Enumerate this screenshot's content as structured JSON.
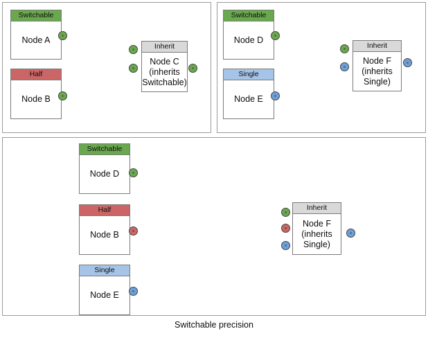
{
  "diagram": {
    "caption": "Switchable precision",
    "colors": {
      "switchable": "#6aa84f",
      "half": "#cc6666",
      "single": "#a6c3e8",
      "inherit": "#d9d9d9",
      "port_green": "#6aa84f",
      "port_red": "#cc6666",
      "port_blue": "#6f9fd8",
      "panel_border": "#9a9a9a",
      "node_border": "#7a7a7a",
      "edge": "#555555",
      "background": "#ffffff"
    },
    "panels": [
      {
        "id": "panel-top-left",
        "nodes": [
          {
            "id": "node-a",
            "header": "Switchable",
            "label": "Node A",
            "header_style": "switchable"
          },
          {
            "id": "node-b",
            "header": "Half",
            "label": "Node B",
            "header_style": "half"
          },
          {
            "id": "node-c",
            "header": "Inherit",
            "label": "Node C\n(inherits\nSwitchable)",
            "header_style": "inherit"
          }
        ],
        "ports": [
          {
            "id": "port-node-a-out",
            "color": "green"
          },
          {
            "id": "port-node-b-out",
            "color": "green"
          },
          {
            "id": "port-node-c-in-1",
            "color": "green"
          },
          {
            "id": "port-node-c-in-2",
            "color": "green"
          },
          {
            "id": "port-node-c-out",
            "color": "green"
          }
        ],
        "edges": [
          {
            "id": "edge-a-to-c",
            "from": "node-a",
            "to": "node-c"
          },
          {
            "id": "edge-b-to-c",
            "from": "node-b",
            "to": "node-c"
          },
          {
            "id": "edge-c-out",
            "from": "node-c",
            "to": "external"
          }
        ]
      },
      {
        "id": "panel-top-right",
        "nodes": [
          {
            "id": "node-d",
            "header": "Switchable",
            "label": "Node D",
            "header_style": "switchable"
          },
          {
            "id": "node-e",
            "header": "Single",
            "label": "Node E",
            "header_style": "single"
          },
          {
            "id": "node-f",
            "header": "Inherit",
            "label": "Node F\n(inherits\nSingle)",
            "header_style": "inherit"
          }
        ],
        "ports": [
          {
            "id": "port-node-d-out",
            "color": "green"
          },
          {
            "id": "port-node-e-out",
            "color": "blue"
          },
          {
            "id": "port-node-f-in-1",
            "color": "green"
          },
          {
            "id": "port-node-f-in-2",
            "color": "blue"
          },
          {
            "id": "port-node-f-out",
            "color": "blue"
          }
        ],
        "edges": [
          {
            "id": "edge-d-to-f",
            "from": "node-d",
            "to": "node-f"
          },
          {
            "id": "edge-e-to-f",
            "from": "node-e",
            "to": "node-f"
          },
          {
            "id": "edge-f-out",
            "from": "node-f",
            "to": "external"
          }
        ]
      },
      {
        "id": "panel-bottom",
        "nodes": [
          {
            "id": "node-d2",
            "header": "Switchable",
            "label": "Node D",
            "header_style": "switchable"
          },
          {
            "id": "node-b2",
            "header": "Half",
            "label": "Node B",
            "header_style": "half"
          },
          {
            "id": "node-e2",
            "header": "Single",
            "label": "Node E",
            "header_style": "single"
          },
          {
            "id": "node-f2",
            "header": "Inherit",
            "label": "Node F\n(inherits\nSingle)",
            "header_style": "inherit"
          }
        ],
        "ports": [
          {
            "id": "port-node-d2-out",
            "color": "green"
          },
          {
            "id": "port-node-b2-out",
            "color": "red"
          },
          {
            "id": "port-node-e2-out",
            "color": "blue"
          },
          {
            "id": "port-node-f2-in-1",
            "color": "green"
          },
          {
            "id": "port-node-f2-in-2",
            "color": "red"
          },
          {
            "id": "port-node-f2-in-3",
            "color": "blue"
          },
          {
            "id": "port-node-f2-out",
            "color": "blue"
          }
        ],
        "edges": [
          {
            "id": "edge-d2-to-f2",
            "from": "node-d2",
            "to": "node-f2"
          },
          {
            "id": "edge-b2-to-f2",
            "from": "node-b2",
            "to": "node-f2"
          },
          {
            "id": "edge-e2-to-f2",
            "from": "node-e2",
            "to": "node-f2"
          }
        ]
      }
    ]
  }
}
